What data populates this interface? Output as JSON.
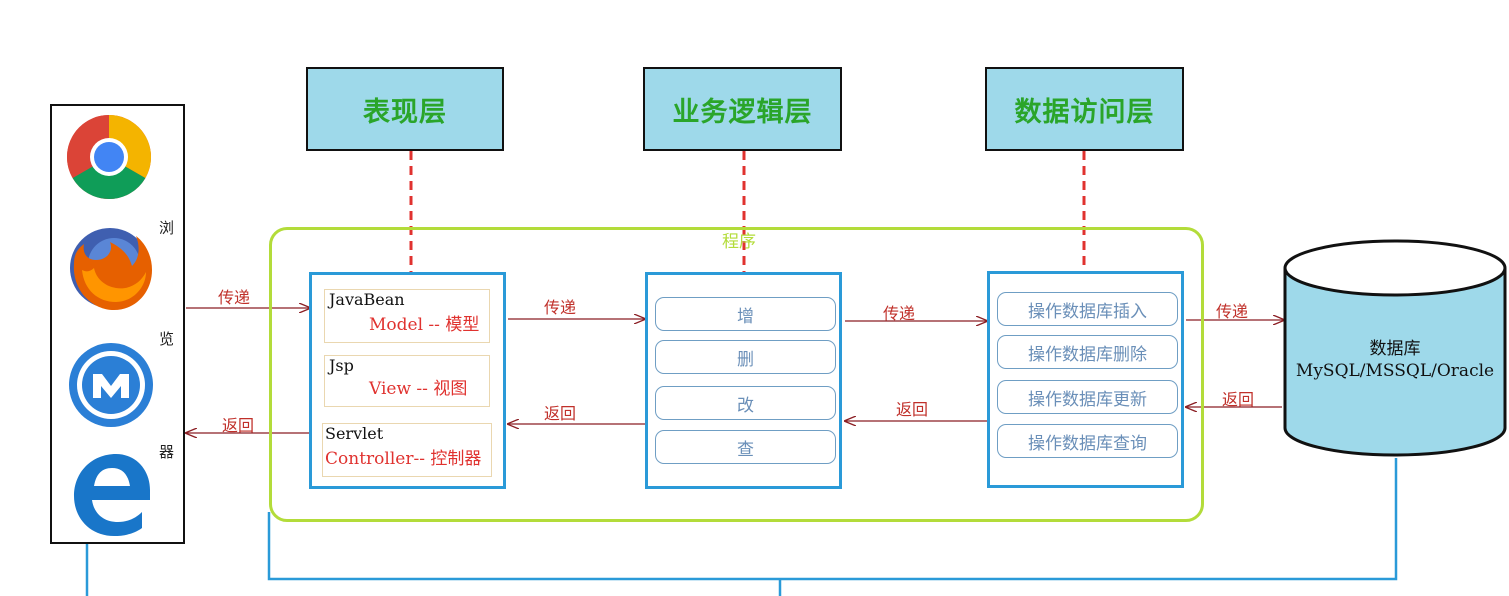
{
  "layers": [
    {
      "label": "表现层"
    },
    {
      "label": "业务逻辑层"
    },
    {
      "label": "数据访问层"
    }
  ],
  "browser": {
    "label_chars": [
      "浏",
      "览",
      "器"
    ],
    "icons": [
      "chrome-icon",
      "firefox-icon",
      "maxthon-icon",
      "edge-icon"
    ]
  },
  "program": {
    "label": "程序"
  },
  "presentation": {
    "items": [
      {
        "title": "JavaBean",
        "desc": "Model -- 模型"
      },
      {
        "title": "Jsp",
        "desc": "View  -- 视图"
      },
      {
        "title": "Servlet",
        "desc": "Controller-- 控制器"
      }
    ]
  },
  "business": {
    "items": [
      "增",
      "删",
      "改",
      "查"
    ]
  },
  "data_access": {
    "items": [
      "操作数据库插入",
      "操作数据库删除",
      "操作数据库更新",
      "操作数据库查询"
    ]
  },
  "database": {
    "title": "数据库",
    "subtitle": "MySQL/MSSQL/Oracle"
  },
  "arrows": {
    "pass": "传递",
    "return": "返回"
  },
  "colors": {
    "header_fill": "#9ed9ea",
    "header_text": "#2aa52a",
    "program_border": "#b3dc3a",
    "box_border": "#2a9ad8",
    "arrow": "#8b1f24",
    "dash": "#e0322f",
    "label_red": "#e0322f"
  }
}
